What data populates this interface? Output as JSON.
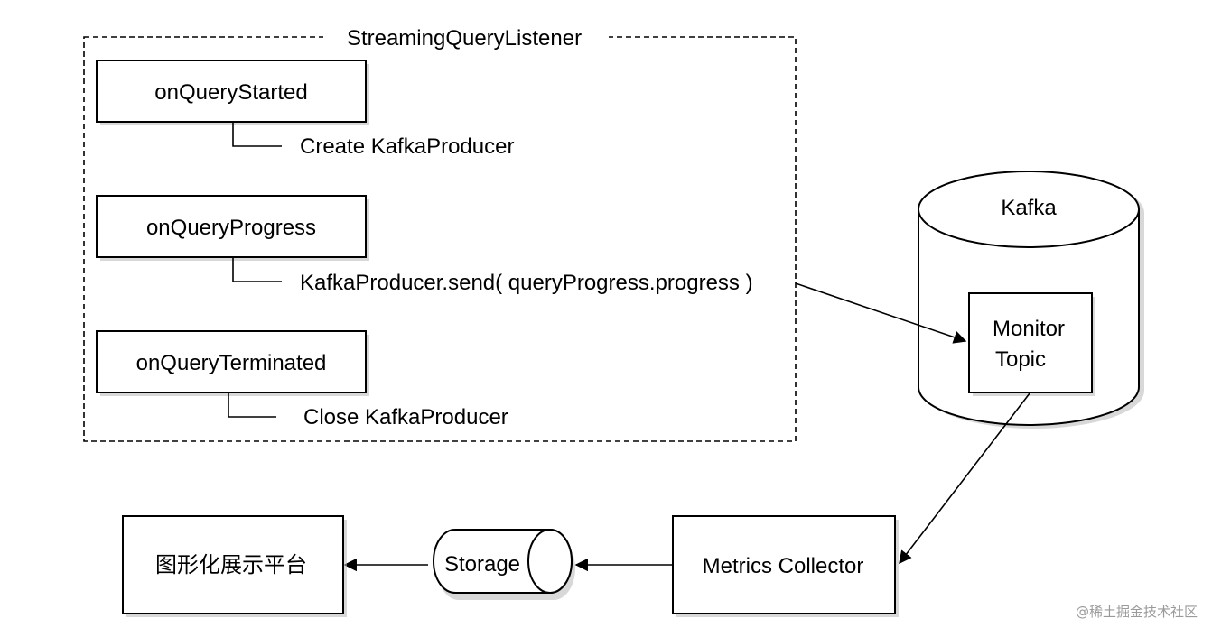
{
  "listener": {
    "title": "StreamingQueryListener",
    "started": {
      "label": "onQueryStarted",
      "action": "Create KafkaProducer"
    },
    "progress": {
      "label": "onQueryProgress",
      "action": "KafkaProducer.send( queryProgress.progress )"
    },
    "terminated": {
      "label": "onQueryTerminated",
      "action": "Close KafkaProducer"
    }
  },
  "kafka": {
    "label": "Kafka",
    "topic_line1": "Monitor",
    "topic_line2": "Topic"
  },
  "metrics_collector": "Metrics Collector",
  "storage": "Storage",
  "platform": "图形化展示平台",
  "watermark": "@稀土掘金技术社区"
}
